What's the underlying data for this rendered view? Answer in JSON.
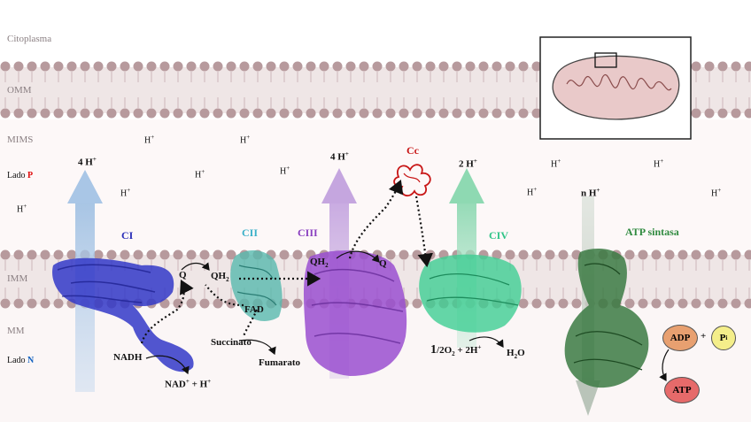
{
  "regions": {
    "citoplasma": "Citoplasma",
    "omm": "OMM",
    "mims": "MIMS",
    "lado_p": "Lado",
    "lado_p_letter": "P",
    "imm": "IMM",
    "mm": "MM",
    "lado_n": "Lado",
    "lado_n_letter": "N"
  },
  "protons": {
    "h": "H",
    "sup": "+",
    "ci": "4 H",
    "ciii": "4 H",
    "civ": "2 H",
    "atp": "n H"
  },
  "complexes": {
    "ci": "CI",
    "cii": "CII",
    "ciii": "CIII",
    "civ": "CIV",
    "atp": "ATP sintasa",
    "cc": "Cc"
  },
  "labels": {
    "q": "Q",
    "qh2": "QH",
    "qh2_sub": "2",
    "fad": "FAD",
    "nadh": "NADH",
    "nad": "NAD",
    "nad_rest": " + H",
    "succinato": "Succinato",
    "fumarato": "Fumarato",
    "o2_eq": "O",
    "h2o": "H",
    "adp": "ADP",
    "plus": "+",
    "pi": "P",
    "pi_sub": "i",
    "atp": "ATP"
  },
  "colors": {
    "membrane": "#b79a9d",
    "ci": "#2b2fb8",
    "cii": "#3aa59a",
    "ciii": "#8a3fc0",
    "civ": "#2ec487",
    "atp": "#2f6b36",
    "cc": "#c81616",
    "lado_p": "#e01010",
    "lado_n": "#1060c0"
  }
}
